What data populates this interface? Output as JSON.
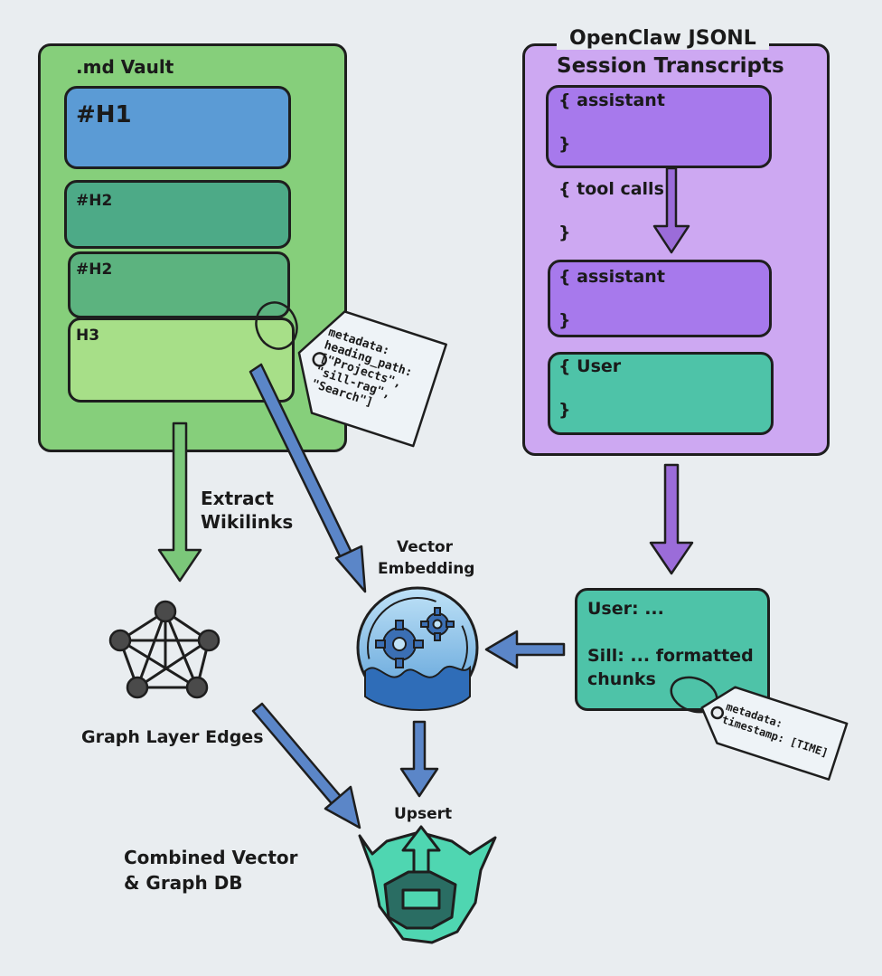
{
  "vault": {
    "title": ".md Vault",
    "h1": "#H1",
    "h2a": "#H2",
    "h2b": "#H2",
    "h3": "H3"
  },
  "vault_tag": {
    "lines": [
      "metadata:",
      "heading_path:",
      "[\"Projects\",",
      "\"sill-rag\",",
      "\"Search\"]"
    ]
  },
  "session": {
    "title_line1": "OpenClaw JSONL",
    "title_line2": "Session Transcripts",
    "assistant1_open": "{ assistant",
    "assistant1_close": "}",
    "toolcalls_open": "{ tool calls",
    "toolcalls_close": "}",
    "assistant2_open": "{ assistant",
    "assistant2_close": "}",
    "user_open": "{ User",
    "user_close": "}"
  },
  "labels": {
    "extract_line1": "Extract",
    "extract_line2": "Wikilinks",
    "vector_line1": "Vector",
    "vector_line2": "Embedding",
    "graph_edges": "Graph Layer Edges",
    "upsert": "Upsert",
    "db_line1": "Combined Vector",
    "db_line2": "& Graph DB"
  },
  "chunks": {
    "line1": "User: ...",
    "line2": "Sill: ... formatted",
    "line3": "chunks"
  },
  "chunk_tag": {
    "lines": [
      "metadata:",
      "timestamp: [TIME]"
    ]
  },
  "colors": {
    "vault_bg": "#86cf7b",
    "h1": "#5b9bd5",
    "h2": "#4daa87",
    "h3": "#a7df88",
    "session_bg": "#cda8f2",
    "assistant": "#a779ec",
    "user": "#4ec3a8",
    "arrow_green": "#7bc77a",
    "arrow_blue": "#5b86c8",
    "arrow_purple": "#9b6cd9",
    "db": "#4fd6b1"
  }
}
